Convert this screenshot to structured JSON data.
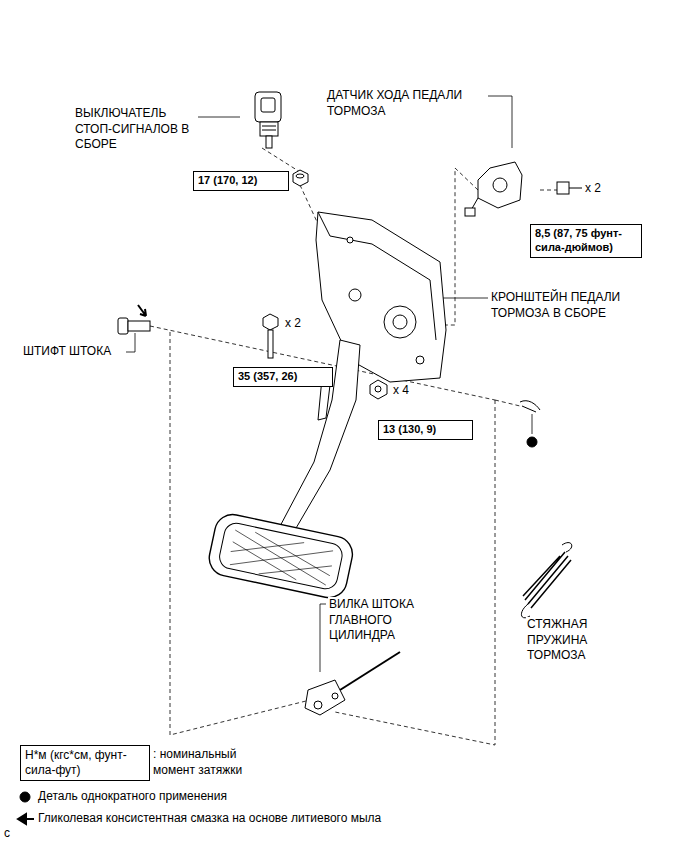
{
  "diagram": {
    "nodes": [
      {
        "text": [
          "17 (170, 12)"
        ]
      },
      {
        "text": [
          "8,5 (87, 75 фунт-сила-дюймов)"
        ]
      },
      {
        "text": [
          "35 (357, 26)"
        ]
      },
      {
        "text": [
          "13 (130, 9)"
        ]
      },
      {
        "text": [
          "Н*м (кгс*см, фунт-сила-фут)"
        ]
      }
    ],
    "labels": [
      "ВЫКЛЮЧАТЕЛЬ СТОП-СИГНАЛОВ В СБОРЕ",
      "ДАТЧИК ХОДА ПЕДАЛИ ТОРМОЗА",
      "x 2",
      "КРОНШТЕЙН ПЕДАЛИ ТОРМОЗА В СБОРЕ",
      "ШТИФТ ШТОКА",
      "x 2",
      "x 4",
      "ВИЛКА ШТОКА ГЛАВНОГО ЦИЛИНДРА",
      "СТЯЖНАЯ ПРУЖИНА ТОРМОЗА",
      ": номинальный момент затяжки",
      "c"
    ],
    "legend": [
      {
        "text": "Деталь однократного применения"
      },
      {
        "text": "Гликолевая консистентная смазка на основе литиевого мыла"
      }
    ]
  }
}
